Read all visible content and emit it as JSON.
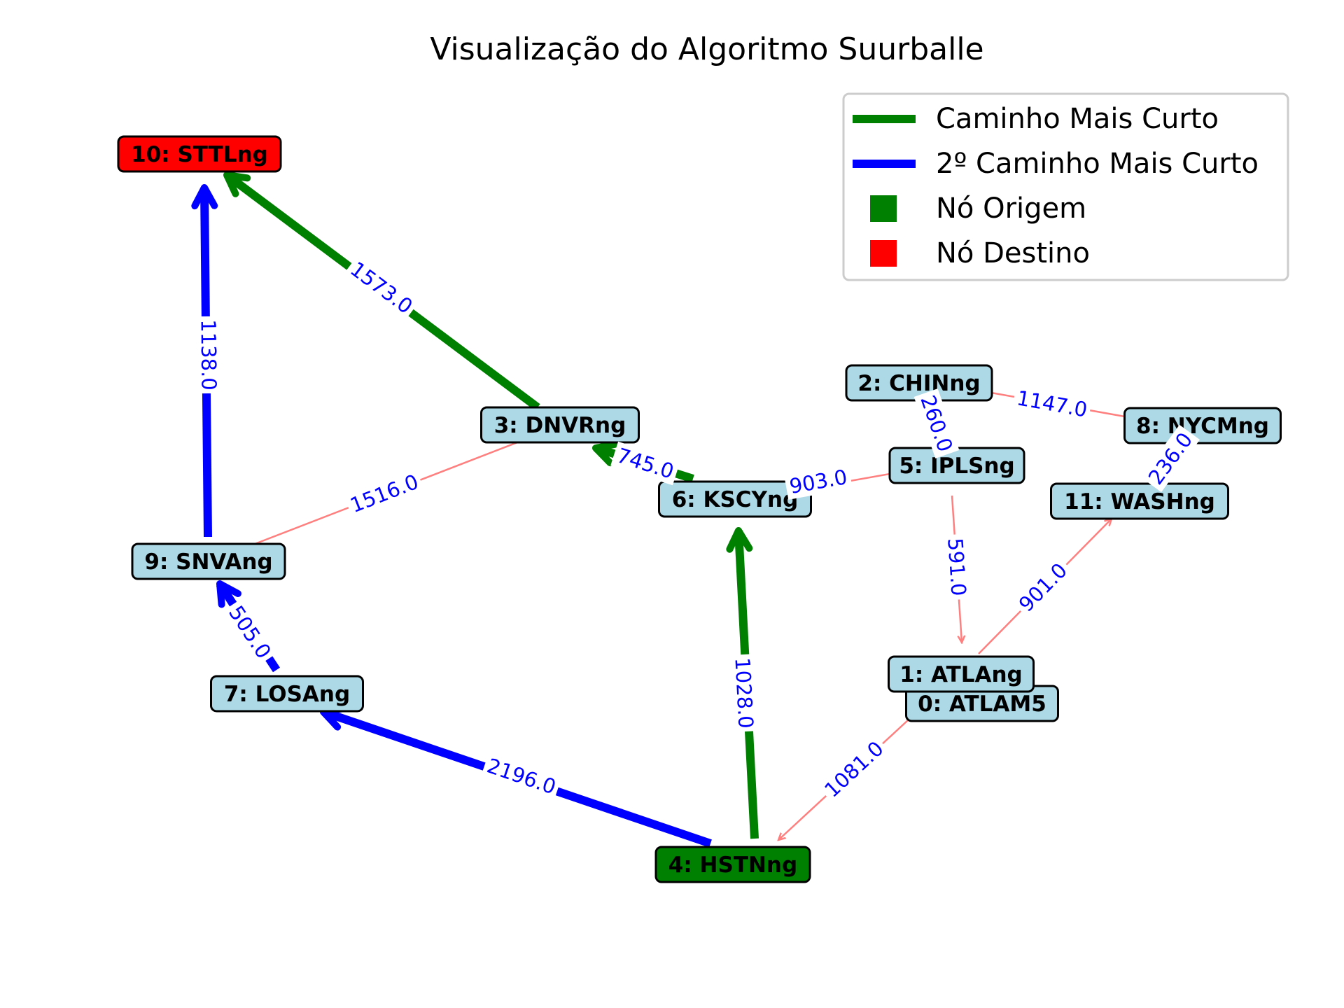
{
  "title": "Visualização do Algoritmo Suurballe",
  "colors": {
    "shortest": "#008000",
    "second": "#0000ff",
    "other_edge": "#ff7f7f",
    "edge_label": "#0000ff",
    "node_fill": "#add8e6",
    "origin_fill": "#008000",
    "dest_fill": "#ff0000",
    "legend_border": "#cccccc"
  },
  "legend": [
    {
      "label": "Caminho Mais Curto",
      "kind": "line",
      "color": "#008000"
    },
    {
      "label": "2º Caminho Mais Curto",
      "kind": "line",
      "color": "#0000ff"
    },
    {
      "label": "Nó Origem",
      "kind": "square",
      "color": "#008000"
    },
    {
      "label": "Nó Destino",
      "kind": "square",
      "color": "#ff0000"
    }
  ],
  "nodes": [
    {
      "id": "0",
      "label": "0: ATLAM5",
      "role": "normal"
    },
    {
      "id": "1",
      "label": "1: ATLAng",
      "role": "normal"
    },
    {
      "id": "2",
      "label": "2: CHINng",
      "role": "normal"
    },
    {
      "id": "3",
      "label": "3: DNVRng",
      "role": "normal"
    },
    {
      "id": "4",
      "label": "4: HSTNng",
      "role": "origin"
    },
    {
      "id": "5",
      "label": "5: IPLSng",
      "role": "normal"
    },
    {
      "id": "6",
      "label": "6: KSCYng",
      "role": "normal"
    },
    {
      "id": "7",
      "label": "7: LOSAng",
      "role": "normal"
    },
    {
      "id": "8",
      "label": "8: NYCMng",
      "role": "normal"
    },
    {
      "id": "9",
      "label": "9: SNVAng",
      "role": "normal"
    },
    {
      "id": "10",
      "label": "10: STTLng",
      "role": "destination"
    },
    {
      "id": "11",
      "label": "11: WASHng",
      "role": "normal"
    }
  ],
  "edges": [
    {
      "from": "4",
      "to": "6",
      "weight": "1028.0",
      "path": "shortest"
    },
    {
      "from": "6",
      "to": "3",
      "weight": "745.0",
      "path": "shortest"
    },
    {
      "from": "3",
      "to": "10",
      "weight": "1573.0",
      "path": "shortest"
    },
    {
      "from": "4",
      "to": "7",
      "weight": "2196.0",
      "path": "second"
    },
    {
      "from": "7",
      "to": "9",
      "weight": "505.0",
      "path": "second"
    },
    {
      "from": "9",
      "to": "10",
      "weight": "1138.0",
      "path": "second"
    },
    {
      "from": "3",
      "to": "9",
      "weight": "1516.0",
      "path": "other"
    },
    {
      "from": "6",
      "to": "5",
      "weight": "903.0",
      "path": "other"
    },
    {
      "from": "2",
      "to": "5",
      "weight": "260.0",
      "path": "other"
    },
    {
      "from": "2",
      "to": "8",
      "weight": "1147.0",
      "path": "other"
    },
    {
      "from": "8",
      "to": "11",
      "weight": "236.0",
      "path": "other"
    },
    {
      "from": "5",
      "to": "1",
      "weight": "591.0",
      "path": "other"
    },
    {
      "from": "1",
      "to": "11",
      "weight": "901.0",
      "path": "other"
    },
    {
      "from": "0",
      "to": "4",
      "weight": "1081.0",
      "path": "other"
    }
  ]
}
